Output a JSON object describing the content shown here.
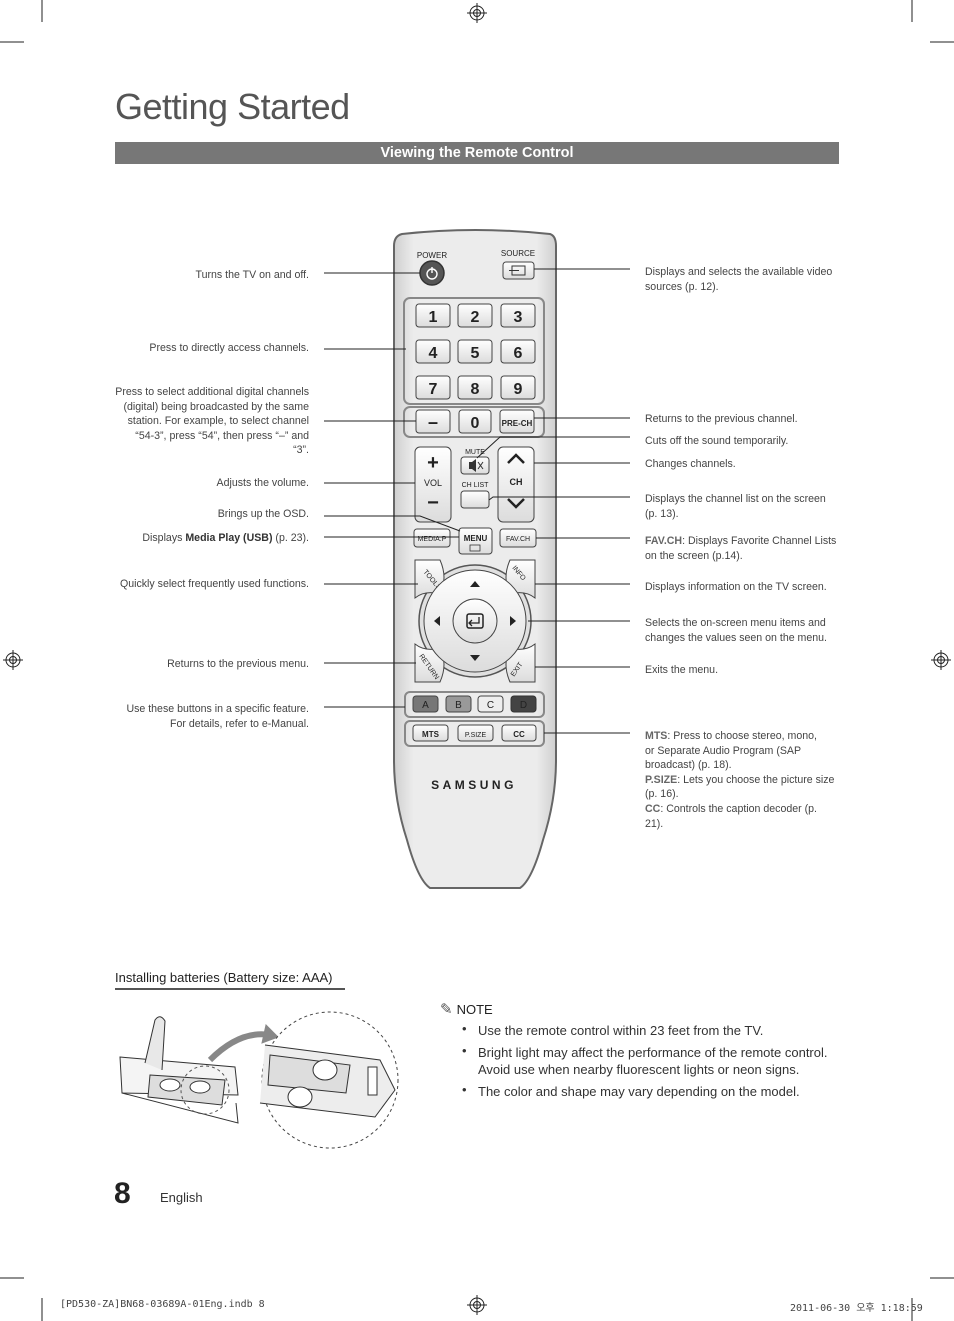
{
  "page": {
    "title": "Getting Started",
    "section": "Viewing the Remote Control",
    "page_number": "8",
    "language": "English",
    "footer_left": "[PD530-ZA]BN68-03689A-01Eng.indb   8",
    "footer_right": "2011-06-30   오후 1:18:59"
  },
  "remote": {
    "power": "POWER",
    "source": "SOURCE",
    "digits": [
      "1",
      "2",
      "3",
      "4",
      "5",
      "6",
      "7",
      "8",
      "9"
    ],
    "dash": "–",
    "zero": "0",
    "prech": "PRE-CH",
    "mute": "MUTE",
    "vol": "VOL",
    "ch": "CH",
    "chlist": "CH LIST",
    "mediap": "MEDIA.P",
    "menu": "MENU",
    "favch": "FAV.CH",
    "tools": "TOOLS",
    "info": "INFO",
    "return": "RETURN",
    "exit": "EXIT",
    "colors": [
      "A",
      "B",
      "C",
      "D"
    ],
    "mts": "MTS",
    "psize": "P.SIZE",
    "cc": "CC",
    "brand": "SAMSUNG"
  },
  "left_labels": {
    "power": "Turns the TV on and off.",
    "channels": "Press to directly access channels.",
    "dash_1": "Press to select additional digital channels",
    "dash_2": "(digital) being broadcasted by the same",
    "dash_3": "station. For example, to select channel",
    "dash_4": "“54-3”, press “54”, then press “–” and",
    "dash_5": "“3”.",
    "volume": "Adjusts the volume.",
    "osd": "Brings up the OSD.",
    "media_pre": "Displays ",
    "media_bold": "Media Play (USB)",
    "media_post": " (p. 23).",
    "tools": "Quickly select frequently used functions.",
    "return": "Returns to the previous menu.",
    "color_1": "Use these buttons in a specific feature.",
    "color_2": "For details, refer to e-Manual."
  },
  "right_labels": {
    "source_1": "Displays and selects the available video",
    "source_2": "sources (p. 12).",
    "prech": "Returns to the previous channel.",
    "mute": "Cuts off the sound temporarily.",
    "ch": "Changes channels.",
    "chlist_1": "Displays the channel list on the screen",
    "chlist_2": "(p. 13).",
    "favch_bold": "FAV.CH",
    "favch_1": ": Displays Favorite Channel Lists",
    "favch_2": "on the screen (p.14).",
    "info": "Displays information on the TV screen.",
    "nav_1": "Selects the on-screen menu items and",
    "nav_2": "changes the values seen on the menu.",
    "exit": "Exits the menu.",
    "mts_bold": "MTS",
    "mts_1": ": Press to choose stereo, mono,",
    "mts_2": "or Separate Audio Program (SAP",
    "mts_3": "broadcast) (p. 18).",
    "psize_bold": "P.SIZE",
    "psize_1": ": Lets you choose the picture size",
    "psize_2": "(p. 16).",
    "cc_bold": "CC",
    "cc_1": ": Controls the caption decoder (p.",
    "cc_2": "21)."
  },
  "battery": {
    "heading": "Installing batteries (Battery size: AAA)"
  },
  "note": {
    "heading": "NOTE",
    "items": [
      "Use the remote control within 23 feet from the TV.",
      "Bright light may affect the performance of the remote control. Avoid use when nearby fluorescent lights or neon signs.",
      "The color and shape may vary depending on the model."
    ]
  },
  "colors": {
    "section_bar": "#777777",
    "remote_body": "#e9e9e9",
    "button_dark": "#555555"
  }
}
